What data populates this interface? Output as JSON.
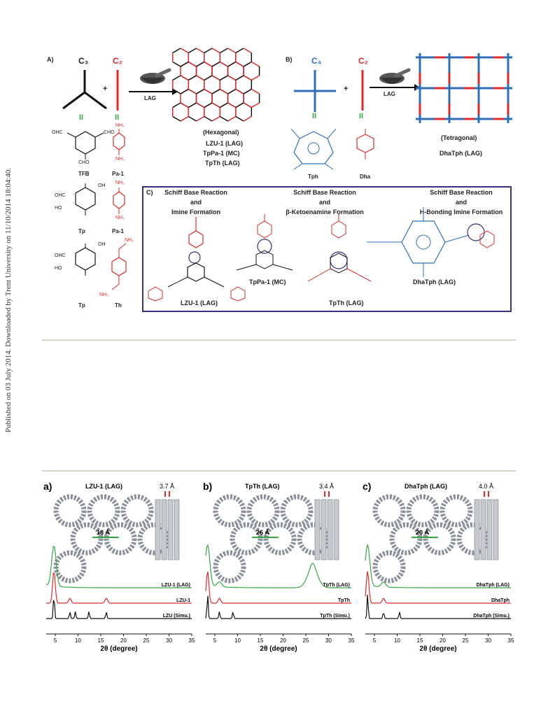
{
  "side_note": "Published on 03 July 2014. Downloaded by Trent University on 11/10/2014 18:04:40.",
  "schemeA": {
    "label": "A)",
    "c3": "C₃",
    "c2": "C₂",
    "plus": "+",
    "lag": "LAG",
    "equal": "II",
    "mol_TFB": "TFB",
    "mol_Pa1a": "Pa-1",
    "mol_Tp1": "Tp",
    "mol_Pa1b": "Pa-1",
    "mol_Tp2": "Tp",
    "mol_Th": "Th",
    "chem_cho": "OHC",
    "chem_cho_r": "CHO",
    "chem_cho_b": "CHO",
    "chem_oh": "OH",
    "chem_ho": "HO",
    "chem_nh2": "NH₂",
    "product_shape": "(Hexagonal)",
    "products": [
      "LZU-1 (LAG)",
      "TpPa-1 (MC)",
      "TpTh (LAG)"
    ]
  },
  "schemeB": {
    "label": "B)",
    "c4": "C₄",
    "c2": "C₂",
    "plus": "+",
    "lag": "LAG",
    "equal": "II",
    "mol_Tph": "Tph",
    "mol_Dha": "Dha",
    "product_shape": "(Tetragonal)",
    "product": "DhaTph (LAG)"
  },
  "schemeC": {
    "label": "C)",
    "col1_title": [
      "Schiff Base Reaction",
      "and",
      "Imine Formation"
    ],
    "col2_title": [
      "Schiff Base Reaction",
      "and",
      "β-Ketoenamine Formation"
    ],
    "col3_title": [
      "Schiff Base Reaction",
      "and",
      "H-Bonding Imine Formation"
    ],
    "names": [
      "LZU-1 (LAG)",
      "TpPa-1 (MC)",
      "TpTh (LAG)",
      "DhaTph (LAG)"
    ]
  },
  "panels": [
    {
      "letter": "a)",
      "title": "LZU-1 (LAG)",
      "pore": "18 Å",
      "stack": "3.7 Å",
      "traces": [
        "LZU-1 (LAG)",
        "LZU-1",
        "LZU (Simu.)"
      ],
      "xlabel": "2θ (degree)",
      "ticks": [
        "5",
        "10",
        "15",
        "20",
        "25",
        "30",
        "35"
      ]
    },
    {
      "letter": "b)",
      "title": "TpTh (LAG)",
      "pore": "26 Å",
      "stack": "3.4 Å",
      "traces": [
        "TpTh (LAG)",
        "TpTh",
        "TpTh (Simu.)"
      ],
      "xlabel": "2θ (degree)",
      "ticks": [
        "5",
        "10",
        "15",
        "20",
        "25",
        "30",
        "35"
      ]
    },
    {
      "letter": "c)",
      "title": "DhaTph (LAG)",
      "pore": "20 Å",
      "stack": "4.0 Å",
      "traces": [
        "DhaTph (LAG)",
        "DhaTph",
        "DhaTph (Simu.)"
      ],
      "xlabel": "2θ (degree)",
      "ticks": [
        "5",
        "10",
        "15",
        "20",
        "25",
        "30",
        "35"
      ]
    }
  ],
  "chart_data": [
    {
      "type": "line",
      "title": "LZU-1 (LAG)",
      "xlabel": "2θ (degree)",
      "ylabel": "",
      "xlim": [
        3,
        35
      ],
      "series": [
        {
          "name": "LZU-1 (LAG)",
          "peaks": [
            4.7
          ]
        },
        {
          "name": "LZU-1",
          "peaks": [
            4.7,
            8.2,
            16.2
          ]
        },
        {
          "name": "LZU (Simu.)",
          "peaks": [
            4.7,
            8.2,
            9.4,
            12.4,
            16.2
          ]
        }
      ]
    },
    {
      "type": "line",
      "title": "TpTh (LAG)",
      "xlabel": "2θ (degree)",
      "ylabel": "",
      "xlim": [
        3,
        35
      ],
      "series": [
        {
          "name": "TpTh (LAG)",
          "peaks": [
            3.4,
            6.0,
            26.5
          ]
        },
        {
          "name": "TpTh",
          "peaks": [
            3.4,
            6.0
          ]
        },
        {
          "name": "TpTh (Simu.)",
          "peaks": [
            3.4,
            6.0,
            9.0
          ]
        }
      ]
    },
    {
      "type": "line",
      "title": "DhaTph (LAG)",
      "xlabel": "2θ (degree)",
      "ylabel": "",
      "xlim": [
        3,
        35
      ],
      "series": [
        {
          "name": "DhaTph (LAG)",
          "peaks": [
            3.5,
            7.0
          ]
        },
        {
          "name": "DhaTph",
          "peaks": [
            3.5,
            7.0
          ]
        },
        {
          "name": "DhaTph (Simu.)",
          "peaks": [
            3.5,
            7.0,
            10.5
          ]
        }
      ]
    }
  ],
  "colors": {
    "red": "#e02a2a",
    "blue": "#2f6fb8",
    "green": "#36a844",
    "navy": "#3e2f7d",
    "black": "#111111"
  }
}
